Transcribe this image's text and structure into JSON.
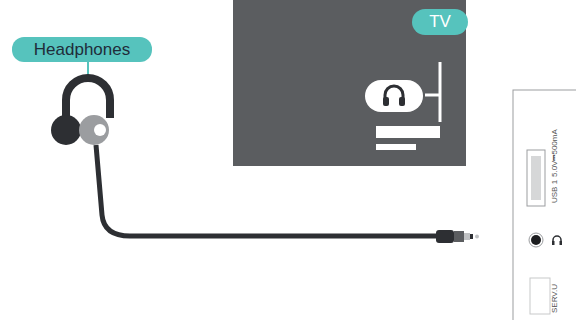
{
  "diagram": {
    "nodes": [
      {
        "text": [
          "Headphones"
        ]
      },
      {
        "text": [
          "TV"
        ]
      }
    ],
    "labels": [
      "USB 1",
      "5.0V⎓500mA",
      "SERV.U"
    ]
  }
}
